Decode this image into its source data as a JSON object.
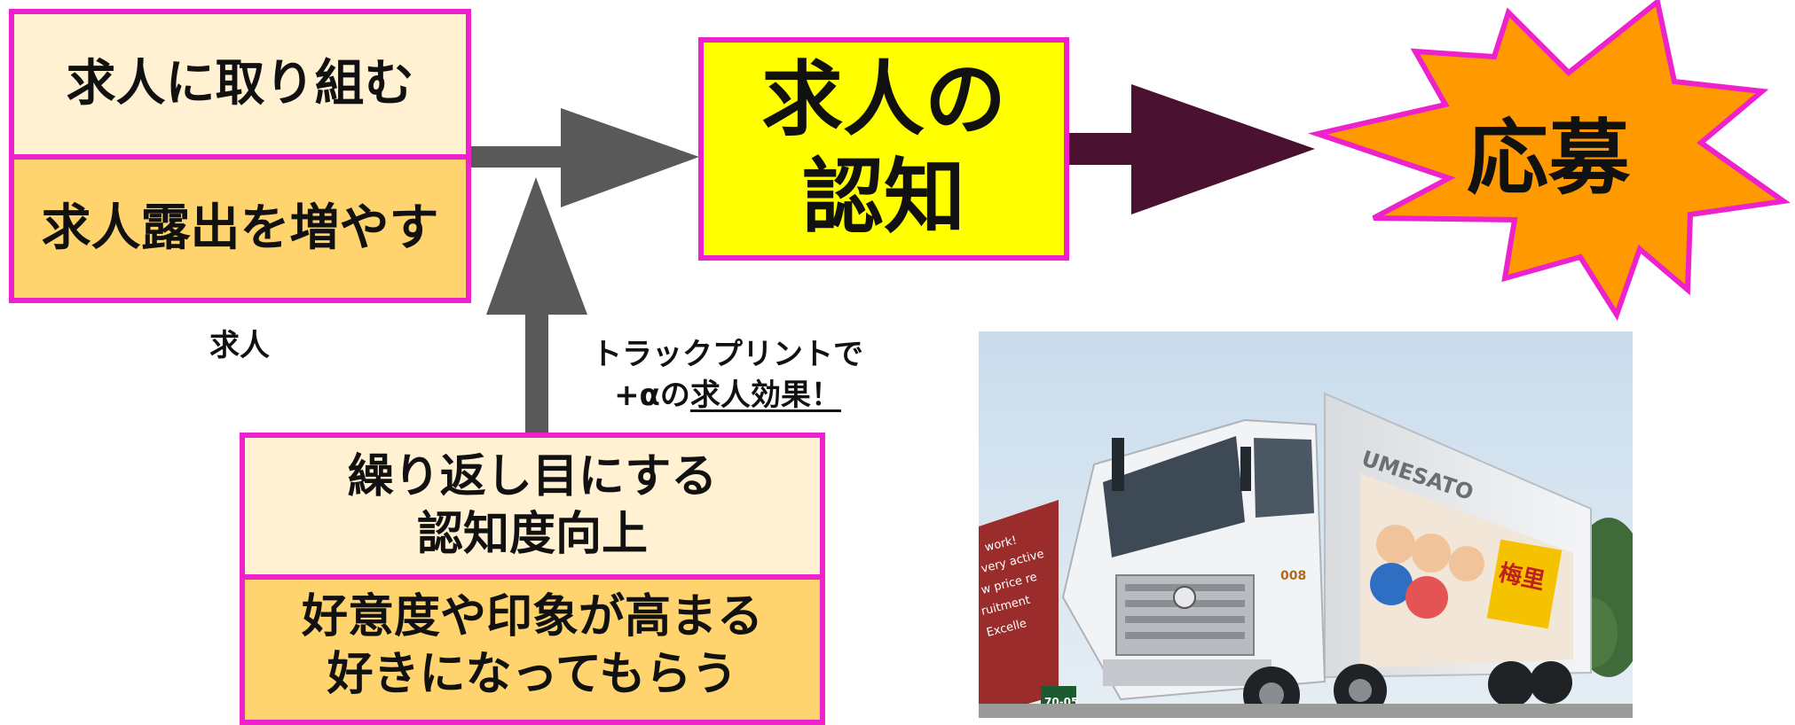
{
  "left_group": {
    "top_label": "求人に取り組む",
    "bottom_label": "求人露出を増やす",
    "caption": "求人"
  },
  "center_box": {
    "line1": "求人の",
    "line2": "認知"
  },
  "burst": {
    "label": "応募"
  },
  "note": {
    "line1": "トラックプリントで",
    "prefix": "+αの",
    "emphasis": "求人効果！"
  },
  "bottom_group": {
    "top_line1": "繰り返し目にする",
    "top_line2": "認知度向上",
    "bottom_line1": "好意度や印象が高まる",
    "bottom_line2": "好きになってもらう"
  },
  "photo": {
    "brand": "UMESATO",
    "side_text": [
      "work!",
      "very active",
      "w price re",
      "ruitment",
      "Excelle"
    ],
    "plate": "70-05",
    "door_number": "008"
  },
  "colors": {
    "border": "#ee22cc",
    "light_fill": "#fff1d2",
    "dark_fill": "#ffd36e",
    "center_fill": "#ffff00",
    "burst_fill": "#ff9900",
    "gray_arrow": "#595959",
    "dark_arrow": "#4a1130"
  }
}
